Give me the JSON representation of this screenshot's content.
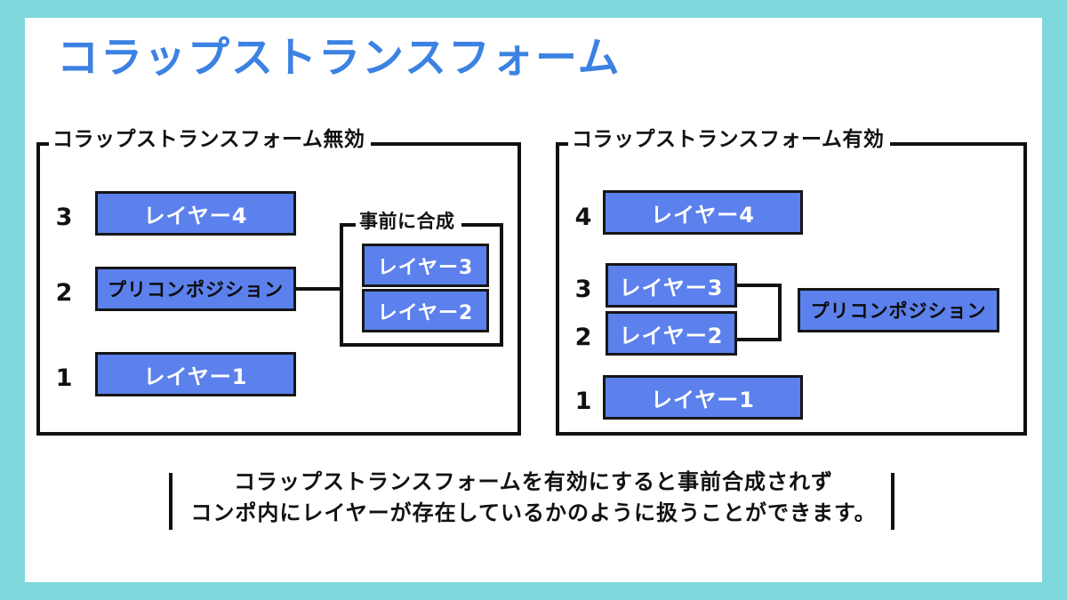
{
  "slide": {
    "title": "コラップストランスフォーム",
    "accent_color": "#3c82e2",
    "frame_color": "#7ed8dc",
    "box_color": "#5c80ec",
    "line_color": "#111111"
  },
  "panels": [
    {
      "id": "disabled",
      "legend": "コラップストランスフォーム無効",
      "layers": [
        {
          "index": "3",
          "label": "レイヤー4",
          "text_color": "white"
        },
        {
          "index": "2",
          "label": "プリコンポジション",
          "text_color": "black"
        },
        {
          "index": "1",
          "label": "レイヤー1",
          "text_color": "white"
        }
      ],
      "group": {
        "legend": "事前に合成",
        "items": [
          {
            "label": "レイヤー3"
          },
          {
            "label": "レイヤー2"
          }
        ]
      }
    },
    {
      "id": "enabled",
      "legend": "コラップストランスフォーム有効",
      "layers": [
        {
          "index": "4",
          "label": "レイヤー4",
          "text_color": "white"
        },
        {
          "index": "3",
          "label": "レイヤー3",
          "text_color": "white"
        },
        {
          "index": "2",
          "label": "レイヤー2",
          "text_color": "white"
        },
        {
          "index": "1",
          "label": "レイヤー1",
          "text_color": "white"
        }
      ],
      "precomp": {
        "label": "プリコンポジション",
        "text_color": "black"
      }
    }
  ],
  "caption": {
    "line1": "コラップストランスフォームを有効にすると事前合成されず",
    "line2": "コンポ内にレイヤーが存在しているかのように扱うことができます。"
  }
}
